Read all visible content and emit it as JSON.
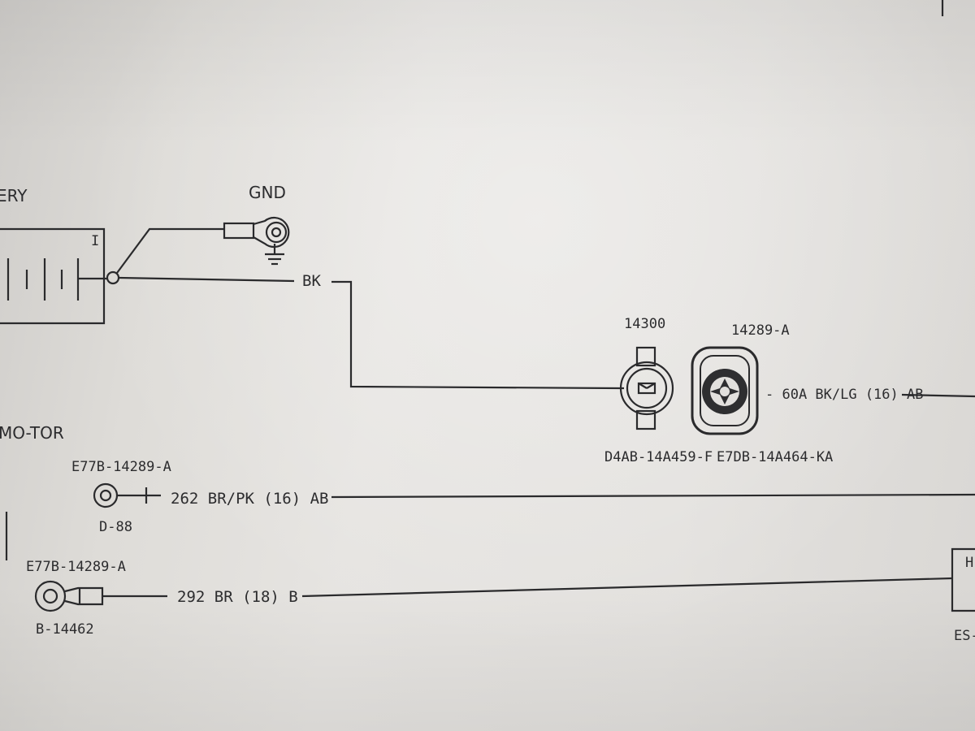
{
  "labels": {
    "battery_title": "ERY",
    "starter_title": "MO-TOR",
    "ground_label": "GND",
    "ground_wire": "BK",
    "connector_part_number": "14300",
    "connector_code": "D4AB-14A459-F",
    "terminal_part_number": "14289-A",
    "terminal_code": "E7DB-14A464-KA",
    "fusible_link_circuit": "- 60A BK/LG (16) AB",
    "ring_terminal_1_part": "E77B-14289-A",
    "ring_terminal_1_code": "D-88",
    "circuit_262": "262 BR/PK (16) AB",
    "ring_terminal_2_part": "E77B-14289-A",
    "ring_terminal_2_code": "B-14462",
    "circuit_292": "292 BR (18) B",
    "right_edge_label": "ES-",
    "right_box_letter": "H",
    "battery_plus_mark": "I"
  }
}
